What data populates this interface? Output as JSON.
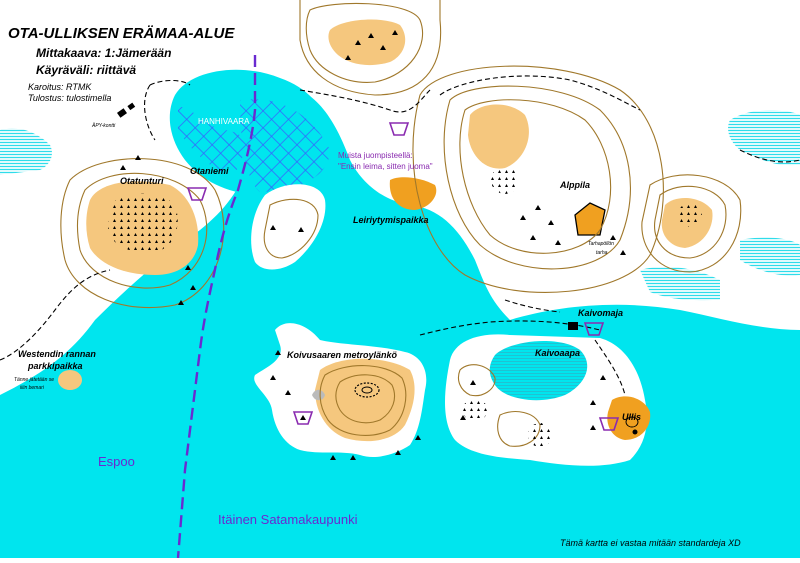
{
  "title": "OTA-ULLIKSEN ERÄMAA-ALUE",
  "scale": "Mittakaava: 1:Jämerään",
  "contour_interval": "Käyräväli: riittävä",
  "mapping": "Karoitus: RTMK",
  "printing": "Tulostus: tulostimella",
  "disclaimer": "Tämä kartta ei vastaa mitään standardeja XD",
  "places": {
    "otatunturi": "Otatunturi",
    "otaniemi": "Otaniemi",
    "hanhivaara": "HANHIVAARA",
    "apy_kontti": "ÄPY-kontti",
    "leiriytymispaikka": "Leiriytymispaikka",
    "alppila": "Alppila",
    "tarhapollon_tarha_1": "Tarhapöllön",
    "tarhapollon_tarha_2": "tarha",
    "kaivomaja": "Kaivomaja",
    "kaivoaapa": "Kaivoaapa",
    "koivusaari": "Koivusaaren metroylänkö",
    "westend_1": "Westendin rannan",
    "westend_2": "parkkipaikka",
    "bemari_1": "Tänne jätetään se",
    "bemari_2": "iiiin bemari",
    "ullis": "Ullis",
    "espoo": "Espoo",
    "itainen": "Itäinen Satamakaupunki"
  },
  "note": {
    "line1": "Muista juompisteellä:",
    "line2": "\"Ensin leima, sitten juoma\""
  },
  "colors": {
    "water": "#00e5ee",
    "water_stripes": "#2fdcea",
    "open_land": "#f5c77e",
    "contour": "#a0782b",
    "boundary": "#6a2ad0",
    "marsh": "#3a5bff",
    "marker": "#8a2bb0",
    "special": "#f0a020"
  }
}
